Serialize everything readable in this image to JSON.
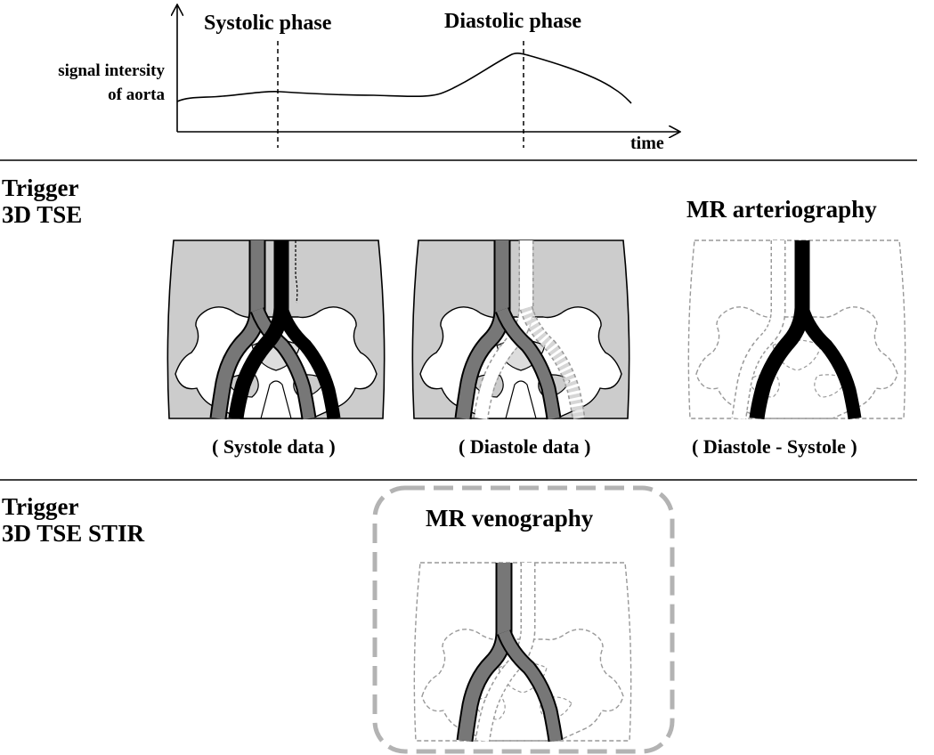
{
  "chart": {
    "ylabel_line1": "signal intersity",
    "ylabel_line2": "of aorta",
    "xlabel": "time",
    "phase_systolic": "Systolic phase",
    "phase_diastolic": "Diastolic phase"
  },
  "section1": {
    "label_line1": "Trigger",
    "label_line2": "3D TSE",
    "result_title": "MR arteriography",
    "captions": [
      "( Systole data )",
      "( Diastole data )",
      "( Diastole - Systole )"
    ]
  },
  "section2": {
    "label_line1": "Trigger",
    "label_line2": "3D TSE STIR",
    "result_title": "MR venography"
  },
  "colors": {
    "pelvis_fill": "#cccccc",
    "vein": "#777777",
    "artery": "#000000",
    "dashed": "#999999",
    "highlight_border": "#b3b3b3"
  }
}
